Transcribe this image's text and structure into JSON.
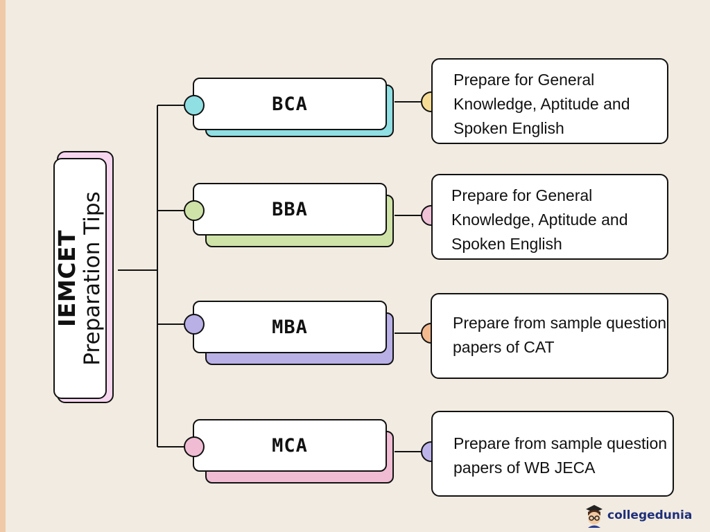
{
  "root": {
    "title": "IEMCET",
    "subtitle": "Preparation Tips"
  },
  "branches": [
    {
      "label": "BCA",
      "color": "#8fdfe3",
      "tip_dot_color": "#f6dc95",
      "tip": "Prepare for General Knowledge, Aptitude and Spoken English"
    },
    {
      "label": "BBA",
      "color": "#cfe3a8",
      "tip_dot_color": "#efc2d8",
      "tip": "Prepare for General Knowledge, Aptitude and Spoken English"
    },
    {
      "label": "MBA",
      "color": "#b9b0e6",
      "tip_dot_color": "#f2b98f",
      "tip": "Prepare from sample question papers of CAT"
    },
    {
      "label": "MCA",
      "color": "#efbcd3",
      "tip_dot_color": "#bdb5ea",
      "tip": "Prepare from sample question papers of WB JECA"
    }
  ],
  "logo": {
    "text": "collegedunia",
    "icon": "student-avatar-icon"
  }
}
